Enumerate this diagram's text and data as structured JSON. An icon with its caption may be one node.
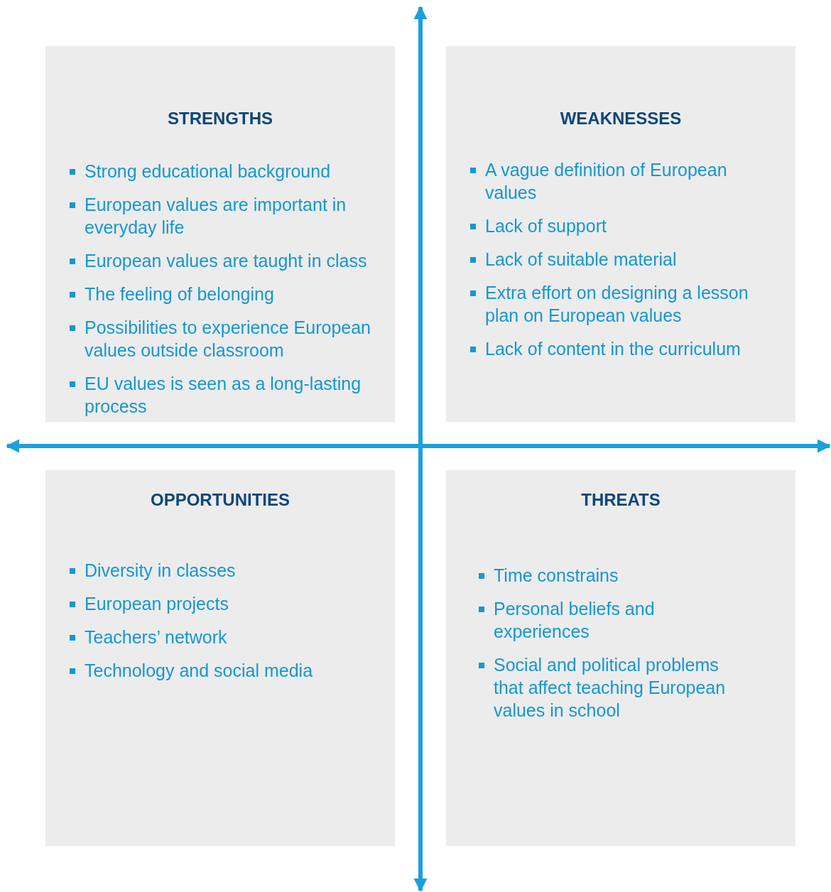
{
  "diagram": {
    "nodes": [
      {
        "text": [
          "STRENGTHS",
          "Strong educational background",
          "European values are important in everyday life",
          "European values are taught in class",
          "The feeling of belonging",
          "Possibilities to experience European values outside classroom",
          "EU values is seen as a long-lasting process"
        ]
      },
      {
        "text": [
          "WEAKNESSES",
          "A vague definition of European values",
          "Lack of support",
          "Lack of suitable material",
          "Extra effort on designing a lesson plan on European values",
          "Lack of content in the curriculum"
        ]
      },
      {
        "text": [
          "OPPORTUNITIES",
          "Diversity in classes",
          "European projects",
          "Teachers’ network",
          "Technology and social media"
        ]
      },
      {
        "text": [
          "THREATS",
          "Time constrains",
          "Personal beliefs and experiences",
          "Social and political problems that affect teaching European values in school"
        ]
      }
    ]
  }
}
